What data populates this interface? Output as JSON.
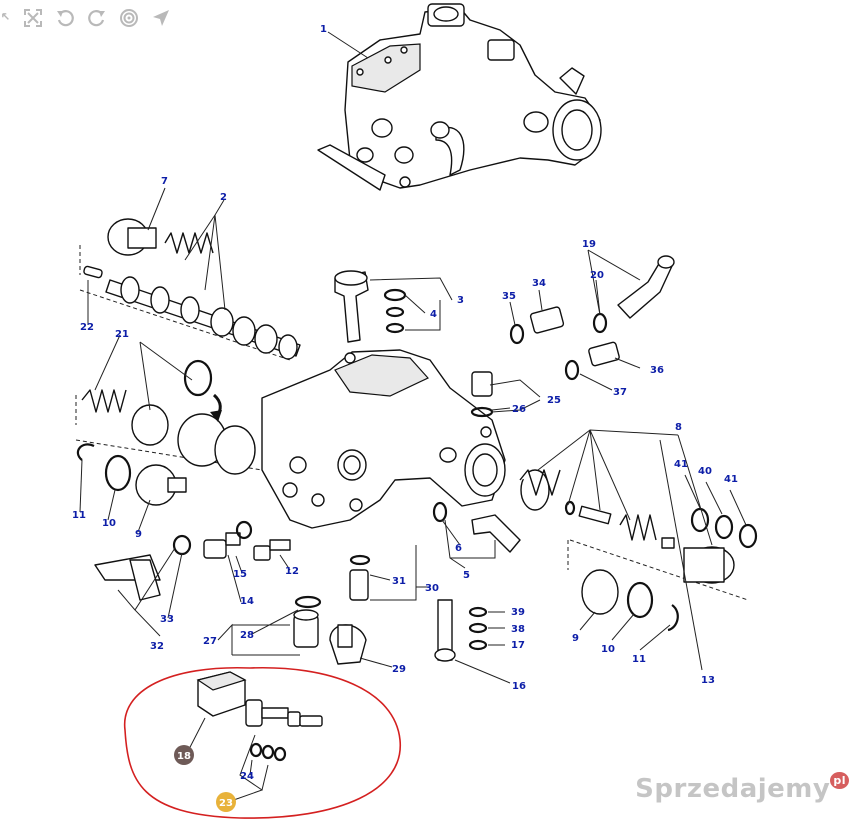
{
  "toolbar": {
    "buttons": [
      {
        "name": "zoom-out-icon"
      },
      {
        "name": "fullscreen-icon"
      },
      {
        "name": "rotate-left-icon"
      },
      {
        "name": "rotate-right-icon"
      },
      {
        "name": "reset-icon"
      },
      {
        "name": "share-icon"
      }
    ]
  },
  "callouts": {
    "c1": "1",
    "c2": "2",
    "c3": "3",
    "c4": "4",
    "c5": "5",
    "c6": "6",
    "c7": "7",
    "c8": "8",
    "c9a": "9",
    "c9b": "9",
    "c10a": "10",
    "c10b": "10",
    "c11a": "11",
    "c11b": "11",
    "c12": "12",
    "c13": "13",
    "c14": "14",
    "c15": "15",
    "c16": "16",
    "c17": "17",
    "c18": "18",
    "c19": "19",
    "c20": "20",
    "c21": "21",
    "c22": "22",
    "c23": "23",
    "c24": "24",
    "c25": "25",
    "c26": "26",
    "c27": "27",
    "c28": "28",
    "c29": "29",
    "c30": "30",
    "c31": "31",
    "c32": "32",
    "c33": "33",
    "c34": "34",
    "c35": "35",
    "c36": "36",
    "c37": "37",
    "c38": "38",
    "c39": "39",
    "c40": "40",
    "c41a": "41",
    "c41b": "41"
  },
  "highlight": {
    "ring_color": "#d42020",
    "badge18_color": "#6e5a57",
    "badge23_color": "#e8b23a"
  },
  "watermark": {
    "text": "Sprzedajemy",
    "sup": "pl"
  }
}
